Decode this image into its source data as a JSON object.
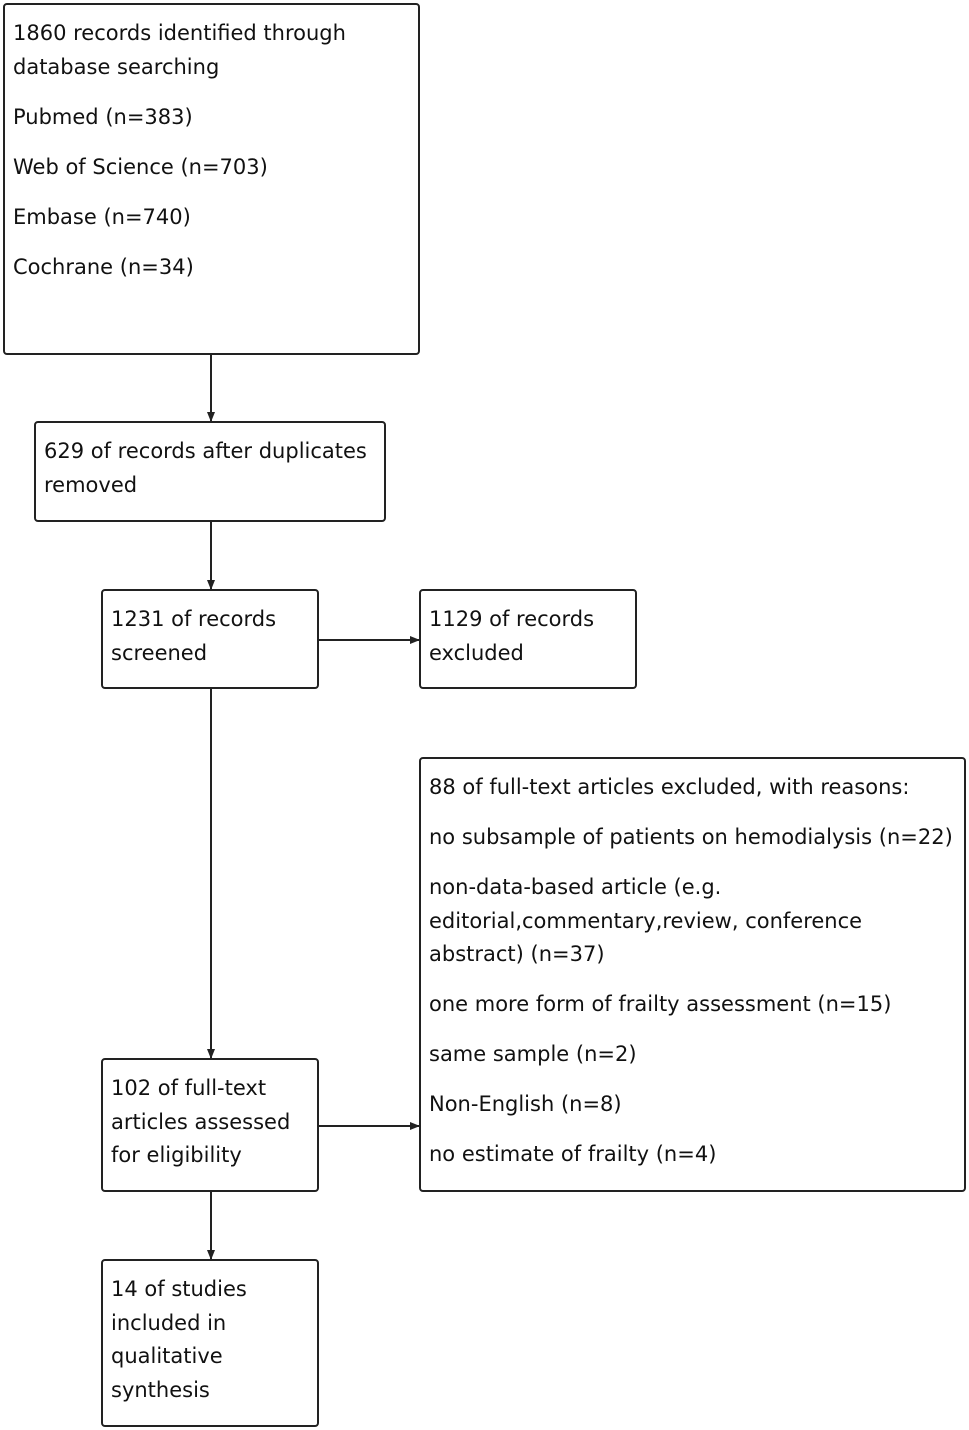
{
  "identification": {
    "title_lines": [
      "1860 records identified through",
      "database searching"
    ],
    "sources": [
      "Pubmed (n=383)",
      "Web of Science (n=703)",
      "Embase (n=740)",
      "Cochrane (n=34)"
    ]
  },
  "duplicates_removed": [
    "629 of records after duplicates",
    "removed"
  ],
  "screened": [
    "1231 of records",
    "screened"
  ],
  "excluded": [
    "1129 of records",
    "excluded"
  ],
  "eligibility": [
    "102 of full-text",
    "articles assessed",
    "for eligibility"
  ],
  "fulltext_excluded": {
    "title": "88 of full-text articles excluded, with reasons:",
    "reasons": [
      [
        "no subsample of patients on hemodialysis (n=22)"
      ],
      [
        "non-data-based article (e.g.",
        "editorial,commentary,review, conference",
        "abstract) (n=37)"
      ],
      [
        "one more form of frailty assessment (n=15)"
      ],
      [
        "same sample (n=2)"
      ],
      [
        "Non-English (n=8)"
      ],
      [
        "no estimate of frailty (n=4)"
      ]
    ]
  },
  "included": [
    "14 of studies",
    "included in",
    "qualitative",
    "synthesis"
  ]
}
